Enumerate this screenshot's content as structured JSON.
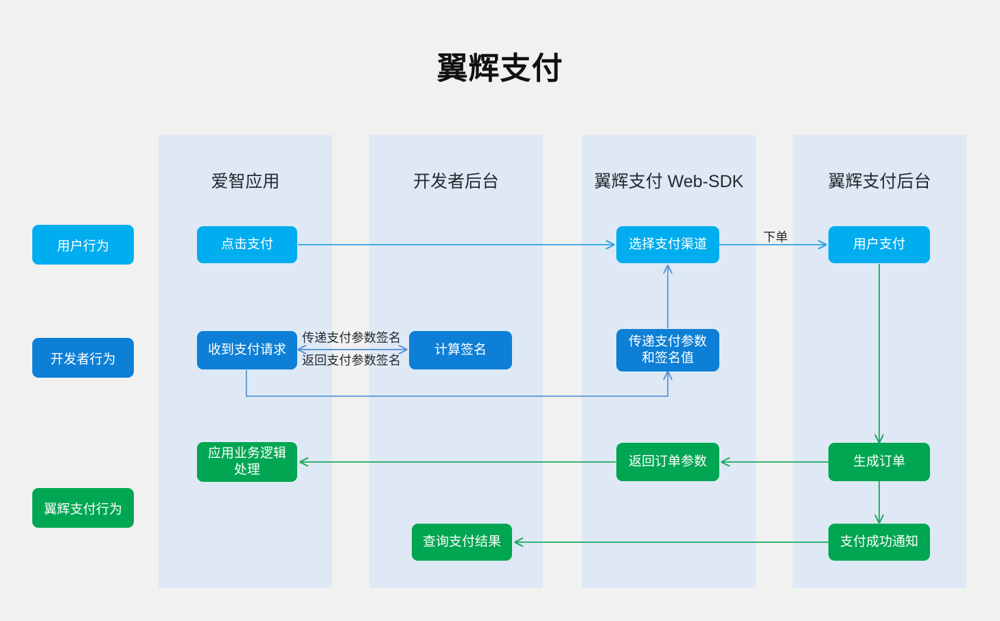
{
  "title": "翼辉支付",
  "colors": {
    "background": "#f1f1f0",
    "band": "#dee9f5",
    "user_action": "#00adee",
    "developer_action": "#0e7fd6",
    "payment_action": "#00a651",
    "title_text": "#111111",
    "label_text": "#24292e"
  },
  "lanes": [
    {
      "label": "爱智应用"
    },
    {
      "label": "开发者后台"
    },
    {
      "label": "翼辉支付 Web-SDK"
    },
    {
      "label": "翼辉支付后台"
    }
  ],
  "legend": [
    {
      "label": "用户行为",
      "color": "#00adee"
    },
    {
      "label": "开发者行为",
      "color": "#0e7fd6"
    },
    {
      "label": "翼辉支付行为",
      "color": "#00a651"
    }
  ],
  "nodes": [
    {
      "id": "click-pay",
      "label": "点击支付",
      "type": "user"
    },
    {
      "id": "select-channel",
      "label": "选择支付渠道",
      "type": "user"
    },
    {
      "id": "user-pay",
      "label": "用户支付",
      "type": "user"
    },
    {
      "id": "receive-request",
      "label": "收到支付请求",
      "type": "developer"
    },
    {
      "id": "compute-sign",
      "label": "计算签名",
      "type": "developer"
    },
    {
      "id": "pass-params",
      "label": "传递支付参数\n和签名值",
      "type": "developer"
    },
    {
      "id": "app-logic",
      "label": "应用业务逻辑\n处理",
      "type": "payment"
    },
    {
      "id": "return-order",
      "label": "返回订单参数",
      "type": "payment"
    },
    {
      "id": "create-order",
      "label": "生成订单",
      "type": "payment"
    },
    {
      "id": "query-result",
      "label": "查询支付结果",
      "type": "payment"
    },
    {
      "id": "pay-success",
      "label": "支付成功通知",
      "type": "payment"
    }
  ],
  "edge_labels": [
    {
      "id": "place-order",
      "label": "下单"
    },
    {
      "id": "send-sign",
      "label": "传递支付参数签名"
    },
    {
      "id": "return-sign",
      "label": "返回支付参数签名"
    }
  ],
  "chart_data": {
    "type": "diagram",
    "title": "翼辉支付",
    "lanes": [
      "爱智应用",
      "开发者后台",
      "翼辉支付 Web-SDK",
      "翼辉支付后台"
    ],
    "rows": [
      "用户行为",
      "开发者行为",
      "翼辉支付行为"
    ],
    "edges": [
      {
        "from": "点击支付",
        "to": "选择支付渠道",
        "label": "",
        "color": "#00adee"
      },
      {
        "from": "选择支付渠道",
        "to": "用户支付",
        "label": "下单",
        "color": "#00adee"
      },
      {
        "from": "收到支付请求",
        "to": "计算签名",
        "label": "传递支付参数签名",
        "color": "#0e7fd6"
      },
      {
        "from": "计算签名",
        "to": "收到支付请求",
        "label": "返回支付参数签名",
        "color": "#0e7fd6"
      },
      {
        "from": "收到支付请求",
        "to": "传递支付参数和签名值",
        "label": "",
        "color": "#0e7fd6"
      },
      {
        "from": "传递支付参数和签名值",
        "to": "选择支付渠道",
        "label": "",
        "color": "#0e7fd6"
      },
      {
        "from": "用户支付",
        "to": "生成订单",
        "label": "",
        "color": "#00a651"
      },
      {
        "from": "生成订单",
        "to": "返回订单参数",
        "label": "",
        "color": "#00a651"
      },
      {
        "from": "返回订单参数",
        "to": "应用业务逻辑处理",
        "label": "",
        "color": "#00a651"
      },
      {
        "from": "生成订单",
        "to": "支付成功通知",
        "label": "",
        "color": "#00a651"
      },
      {
        "from": "支付成功通知",
        "to": "查询支付结果",
        "label": "",
        "color": "#00a651"
      }
    ]
  }
}
